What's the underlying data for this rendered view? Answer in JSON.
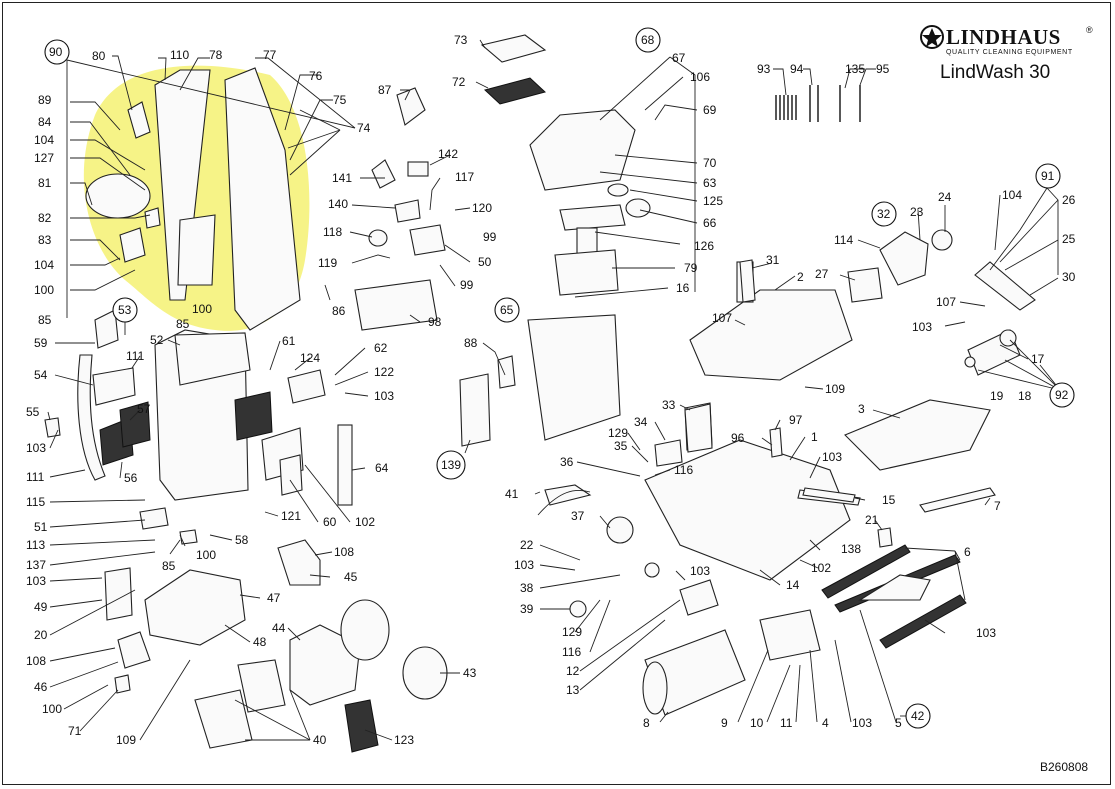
{
  "brand": {
    "name": "LINDHAUS",
    "registered": "®",
    "tagline": "QUALITY CLEANING EQUIPMENT"
  },
  "model": "LindWash 30",
  "drawing_code": "B260808",
  "highlight_color": "#f5f27a",
  "labels": [
    {
      "id": "l90",
      "text": "90",
      "circled": true
    },
    {
      "id": "l80",
      "text": "80"
    },
    {
      "id": "l110",
      "text": "110"
    },
    {
      "id": "l78",
      "text": "78"
    },
    {
      "id": "l77",
      "text": "77"
    },
    {
      "id": "l76",
      "text": "76"
    },
    {
      "id": "l75",
      "text": "75"
    },
    {
      "id": "l74",
      "text": "74"
    },
    {
      "id": "l89",
      "text": "89"
    },
    {
      "id": "l84",
      "text": "84"
    },
    {
      "id": "l104a",
      "text": "104"
    },
    {
      "id": "l127",
      "text": "127"
    },
    {
      "id": "l81",
      "text": "81"
    },
    {
      "id": "l82",
      "text": "82"
    },
    {
      "id": "l83",
      "text": "83"
    },
    {
      "id": "l104b",
      "text": "104"
    },
    {
      "id": "l100a",
      "text": "100"
    },
    {
      "id": "l85a",
      "text": "85"
    },
    {
      "id": "l100b",
      "text": "100"
    },
    {
      "id": "l85b",
      "text": "85"
    },
    {
      "id": "l87",
      "text": "87"
    },
    {
      "id": "l142",
      "text": "142"
    },
    {
      "id": "l141",
      "text": "141"
    },
    {
      "id": "l117",
      "text": "117"
    },
    {
      "id": "l140",
      "text": "140"
    },
    {
      "id": "l120",
      "text": "120"
    },
    {
      "id": "l118",
      "text": "118"
    },
    {
      "id": "l99a",
      "text": "99"
    },
    {
      "id": "l119",
      "text": "119"
    },
    {
      "id": "l50",
      "text": "50"
    },
    {
      "id": "l99b",
      "text": "99"
    },
    {
      "id": "l86",
      "text": "86"
    },
    {
      "id": "l98",
      "text": "98"
    },
    {
      "id": "l73",
      "text": "73"
    },
    {
      "id": "l72",
      "text": "72"
    },
    {
      "id": "l68",
      "text": "68",
      "circled": true
    },
    {
      "id": "l67",
      "text": "67"
    },
    {
      "id": "l106",
      "text": "106"
    },
    {
      "id": "l69",
      "text": "69"
    },
    {
      "id": "l70",
      "text": "70"
    },
    {
      "id": "l63",
      "text": "63"
    },
    {
      "id": "l125",
      "text": "125"
    },
    {
      "id": "l66",
      "text": "66"
    },
    {
      "id": "l126",
      "text": "126"
    },
    {
      "id": "l79",
      "text": "79"
    },
    {
      "id": "l16",
      "text": "16"
    },
    {
      "id": "l93",
      "text": "93"
    },
    {
      "id": "l94",
      "text": "94"
    },
    {
      "id": "l135",
      "text": "135"
    },
    {
      "id": "l95",
      "text": "95"
    },
    {
      "id": "l91",
      "text": "91",
      "circled": true
    },
    {
      "id": "l104c",
      "text": "104"
    },
    {
      "id": "l26",
      "text": "26"
    },
    {
      "id": "l25",
      "text": "25"
    },
    {
      "id": "l30",
      "text": "30"
    },
    {
      "id": "l32",
      "text": "32",
      "circled": true
    },
    {
      "id": "l23",
      "text": "23"
    },
    {
      "id": "l24",
      "text": "24"
    },
    {
      "id": "l114",
      "text": "114"
    },
    {
      "id": "l27",
      "text": "27"
    },
    {
      "id": "l31",
      "text": "31"
    },
    {
      "id": "l2",
      "text": "2"
    },
    {
      "id": "l107a",
      "text": "107"
    },
    {
      "id": "l107b",
      "text": "107"
    },
    {
      "id": "l103a",
      "text": "103"
    },
    {
      "id": "l17",
      "text": "17"
    },
    {
      "id": "l19",
      "text": "19"
    },
    {
      "id": "l18",
      "text": "18"
    },
    {
      "id": "l92",
      "text": "92",
      "circled": true
    },
    {
      "id": "l109a",
      "text": "109"
    },
    {
      "id": "l3",
      "text": "3"
    },
    {
      "id": "l53",
      "text": "53",
      "circled": true
    },
    {
      "id": "l59",
      "text": "59"
    },
    {
      "id": "l52",
      "text": "52"
    },
    {
      "id": "l61",
      "text": "61"
    },
    {
      "id": "l62",
      "text": "62"
    },
    {
      "id": "l124",
      "text": "124"
    },
    {
      "id": "l122",
      "text": "122"
    },
    {
      "id": "l103b",
      "text": "103"
    },
    {
      "id": "l54",
      "text": "54"
    },
    {
      "id": "l111a",
      "text": "111"
    },
    {
      "id": "l57",
      "text": "57"
    },
    {
      "id": "l55",
      "text": "55"
    },
    {
      "id": "l103c",
      "text": "103"
    },
    {
      "id": "l111b",
      "text": "111"
    },
    {
      "id": "l56",
      "text": "56"
    },
    {
      "id": "l64",
      "text": "64"
    },
    {
      "id": "l115",
      "text": "115"
    },
    {
      "id": "l121",
      "text": "121"
    },
    {
      "id": "l60",
      "text": "60"
    },
    {
      "id": "l102a",
      "text": "102"
    },
    {
      "id": "l51",
      "text": "51"
    },
    {
      "id": "l113",
      "text": "113"
    },
    {
      "id": "l137",
      "text": "137"
    },
    {
      "id": "l85c",
      "text": "85"
    },
    {
      "id": "l100c",
      "text": "100"
    },
    {
      "id": "l58",
      "text": "58"
    },
    {
      "id": "l108a",
      "text": "108"
    },
    {
      "id": "l45",
      "text": "45"
    },
    {
      "id": "l103d",
      "text": "103"
    },
    {
      "id": "l49",
      "text": "49"
    },
    {
      "id": "l47",
      "text": "47"
    },
    {
      "id": "l20",
      "text": "20"
    },
    {
      "id": "l48",
      "text": "48"
    },
    {
      "id": "l108b",
      "text": "108"
    },
    {
      "id": "l46",
      "text": "46"
    },
    {
      "id": "l44",
      "text": "44"
    },
    {
      "id": "l43",
      "text": "43"
    },
    {
      "id": "l100d",
      "text": "100"
    },
    {
      "id": "l71",
      "text": "71"
    },
    {
      "id": "l109b",
      "text": "109"
    },
    {
      "id": "l40",
      "text": "40"
    },
    {
      "id": "l123",
      "text": "123"
    },
    {
      "id": "l65",
      "text": "65",
      "circled": true
    },
    {
      "id": "l88",
      "text": "88"
    },
    {
      "id": "l139",
      "text": "139",
      "circled": true
    },
    {
      "id": "l33",
      "text": "33"
    },
    {
      "id": "l34",
      "text": "34"
    },
    {
      "id": "l129a",
      "text": "129"
    },
    {
      "id": "l35",
      "text": "35"
    },
    {
      "id": "l36",
      "text": "36"
    },
    {
      "id": "l116a",
      "text": "116"
    },
    {
      "id": "l97",
      "text": "97"
    },
    {
      "id": "l96",
      "text": "96"
    },
    {
      "id": "l1",
      "text": "1"
    },
    {
      "id": "l103e",
      "text": "103"
    },
    {
      "id": "l15",
      "text": "15"
    },
    {
      "id": "l7",
      "text": "7"
    },
    {
      "id": "l41",
      "text": "41"
    },
    {
      "id": "l37",
      "text": "37"
    },
    {
      "id": "l138",
      "text": "138"
    },
    {
      "id": "l102b",
      "text": "102"
    },
    {
      "id": "l14",
      "text": "14"
    },
    {
      "id": "l21",
      "text": "21"
    },
    {
      "id": "l6",
      "text": "6"
    },
    {
      "id": "l22",
      "text": "22"
    },
    {
      "id": "l103f",
      "text": "103"
    },
    {
      "id": "l38",
      "text": "38"
    },
    {
      "id": "l103g",
      "text": "103"
    },
    {
      "id": "l39",
      "text": "39"
    },
    {
      "id": "l129b",
      "text": "129"
    },
    {
      "id": "l116b",
      "text": "116"
    },
    {
      "id": "l12",
      "text": "12"
    },
    {
      "id": "l13",
      "text": "13"
    },
    {
      "id": "l103h",
      "text": "103"
    },
    {
      "id": "l8",
      "text": "8"
    },
    {
      "id": "l9",
      "text": "9"
    },
    {
      "id": "l10",
      "text": "10"
    },
    {
      "id": "l11",
      "text": "11"
    },
    {
      "id": "l4",
      "text": "4"
    },
    {
      "id": "l103i",
      "text": "103"
    },
    {
      "id": "l5",
      "text": "5"
    },
    {
      "id": "l42",
      "text": "42",
      "circled": true
    }
  ]
}
